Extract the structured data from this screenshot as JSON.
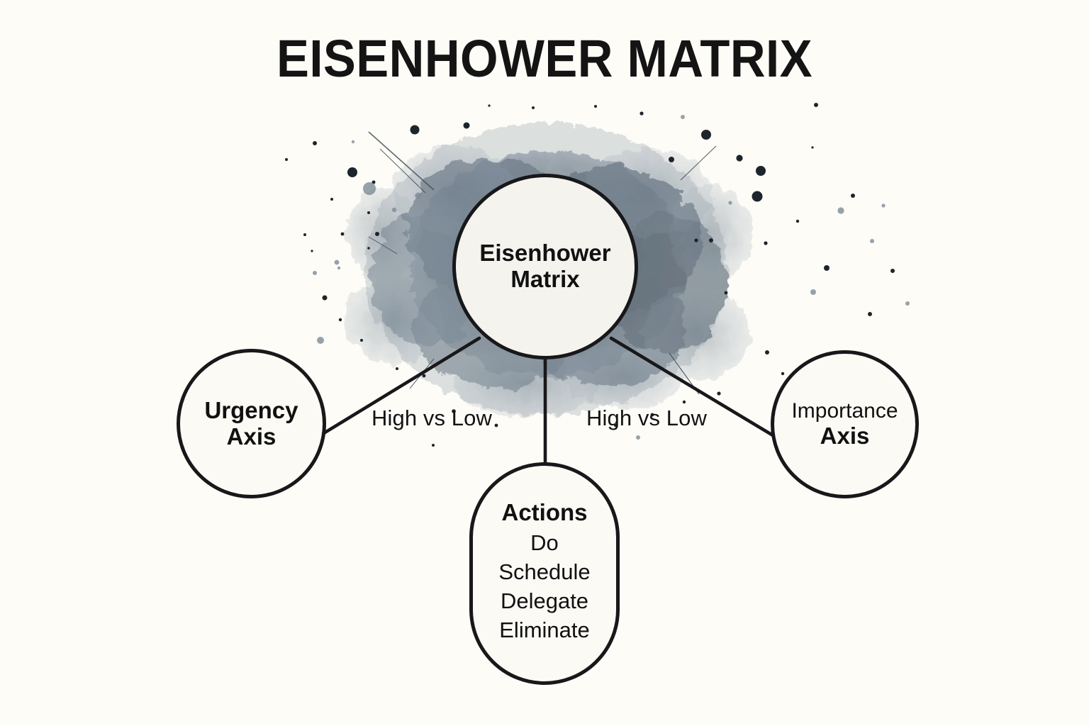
{
  "page": {
    "title": "EISENHOWER MATRIX",
    "background_color": "#fdfcf7",
    "ink_color": "#18181a",
    "splatter_color": "#6d7b87"
  },
  "diagram": {
    "type": "mind-map",
    "center_node": {
      "id": "eisenhower-matrix",
      "line_1": "Eisenhower",
      "line_2": "Matrix",
      "shape": "circle"
    },
    "branches": [
      {
        "id": "urgency-axis",
        "line_1": "Urgency",
        "line_2": "Axis",
        "shape": "circle",
        "edge_label": "High vs Low",
        "position": "left"
      },
      {
        "id": "actions",
        "heading": "Actions",
        "items": [
          "Do",
          "Schedule",
          "Delegate",
          "Eliminate"
        ],
        "shape": "pill",
        "edge_label": "",
        "position": "bottom"
      },
      {
        "id": "importance-axis",
        "line_1": "Importance",
        "line_2": "Axis",
        "shape": "circle",
        "edge_label": "High vs Low",
        "position": "right"
      }
    ],
    "edge_labels": {
      "left": "High vs Low",
      "right": "High vs Low"
    }
  }
}
